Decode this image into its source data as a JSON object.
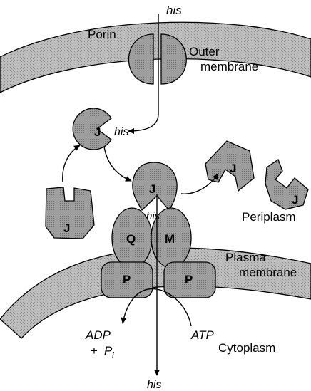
{
  "labels": {
    "porin": "Porin",
    "outer_membrane": [
      "Outer",
      "membrane"
    ],
    "periplasm": "Periplasm",
    "plasma_membrane": [
      "Plasma",
      "membrane"
    ],
    "cytoplasm": "Cytoplasm"
  },
  "molecules": {
    "his_top": "his",
    "his_bound": "his",
    "his_channel": "his",
    "his_bottom": "his",
    "adp": "ADP",
    "plus": "+",
    "pi": "P",
    "pi_sub": "i",
    "atp": "ATP"
  },
  "proteins": {
    "j": "J",
    "q": "Q",
    "m": "M",
    "p": "P"
  },
  "colors": {
    "membrane_fill": "#b8b8b8",
    "protein_fill": "#999999",
    "line": "#000000",
    "background": "#ffffff"
  }
}
